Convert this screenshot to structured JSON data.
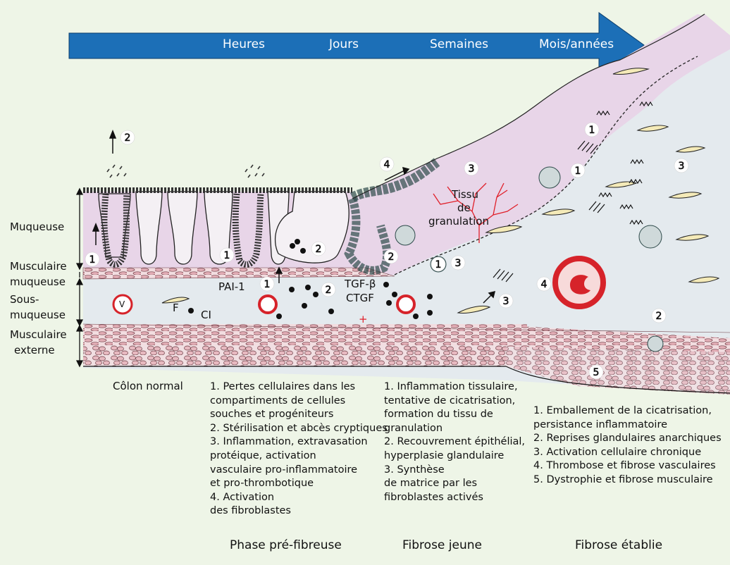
{
  "timeline": {
    "labels": [
      "Heures",
      "Jours",
      "Semaines",
      "Mois/années"
    ]
  },
  "layers": {
    "muqueuse": "Muqueuse",
    "musculaire_muqueuse_1": "Musculaire",
    "musculaire_muqueuse_2": "muqueuse",
    "sous_muqueuse_1": "Sous-",
    "sous_muqueuse_2": "muqueuse",
    "musculaire_externe_1": "Musculaire",
    "musculaire_externe_2": "externe"
  },
  "diagram_labels": {
    "tissu_1": "Tissu",
    "tissu_2": "de",
    "tissu_3": "granulation",
    "pai1": "PAI-1",
    "tgfb": "TGF-β",
    "ctgf": "CTGF",
    "v": "V",
    "f": "F",
    "ci": "CI",
    "plus": "+"
  },
  "markers": [
    "1",
    "2",
    "1",
    "2",
    "1",
    "2",
    "3",
    "4",
    "1",
    "2",
    "3",
    "3",
    "4",
    "1",
    "1",
    "3",
    "2",
    "5"
  ],
  "columns": {
    "normal": {
      "title": "Côlon normal"
    },
    "pre_fibreuse": {
      "lines": [
        "1. Pertes cellulaires dans les",
        "compartiments de cellules",
        "souches et progéniteurs",
        "2. Stérilisation et abcès cryptiques",
        "3. Inflammation, extravasation",
        "protéique, activation",
        "vasculaire pro-inflammatoire",
        "et pro-thrombotique",
        "4. Activation",
        "des fibroblastes"
      ]
    },
    "jeune": {
      "lines": [
        "1. Inflammation tissulaire,",
        "tentative de cicatrisation,",
        "formation du tissu de",
        "granulation",
        "2. Recouvrement épithélial,",
        "hyperplasie glandulaire",
        "3. Synthèse",
        "de matrice par les",
        "fibroblastes activés"
      ]
    },
    "etablie": {
      "lines": [
        "1. Emballement de la cicatrisation,",
        "persistance inflammatoire",
        "2. Reprises glandulaires anarchiques",
        "3. Activation cellulaire chronique",
        "4. Thrombose et fibrose vasculaires",
        "5. Dystrophie et fibrose musculaire"
      ]
    }
  },
  "phases": [
    "Phase pré-fibreuse",
    "Fibrose jeune",
    "Fibrose établie"
  ],
  "colors": {
    "background": "#eef5e7",
    "arrow": "#1c6fb7",
    "mucosa": "#e8d5e8",
    "submucosa": "#e2e8ee",
    "muscle": "#e9c3c8",
    "vessel_red": "#d6232a",
    "granulation_red": "#e0202a"
  }
}
